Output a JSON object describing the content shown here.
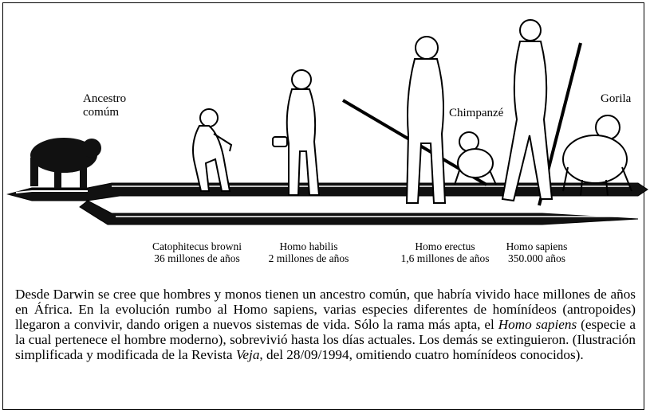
{
  "labels": {
    "ancestor_line1": "Ancestro",
    "ancestor_line2": "comúm",
    "chimp": "Chimpanzé",
    "gorilla": "Gorila"
  },
  "timeline": [
    {
      "name": "Catophitecus browni",
      "age": "36 millones de años"
    },
    {
      "name": "Homo habilis",
      "age": "2 millones de años"
    },
    {
      "name": "Homo erectus",
      "age": "1,6 millones de años"
    },
    {
      "name": "Homo sapiens",
      "age": "350.000 años"
    }
  ],
  "caption": {
    "p1": "Desde Darwin se cree que hombres y monos tienen un ancestro común, que habría vivido hace millones de años en África. En la evolución rumbo al Homo sapiens, varias especies diferentes de homínídeos (antropoides) llegaron a convivir, dando origen a nuevos sistemas de vida. Sólo la rama más apta, el ",
    "em1": "Homo sapiens",
    "p2": " (especie a la cual pertenece el hombre moderno), sobrevivió hasta los días actuales. Los demás se extinguieron. (Ilustración simplificada y modificada de la Revista ",
    "em2": "Veja",
    "p3": ", del 28/09/1994, omitiendo cuatro homínídeos conocidos)."
  }
}
